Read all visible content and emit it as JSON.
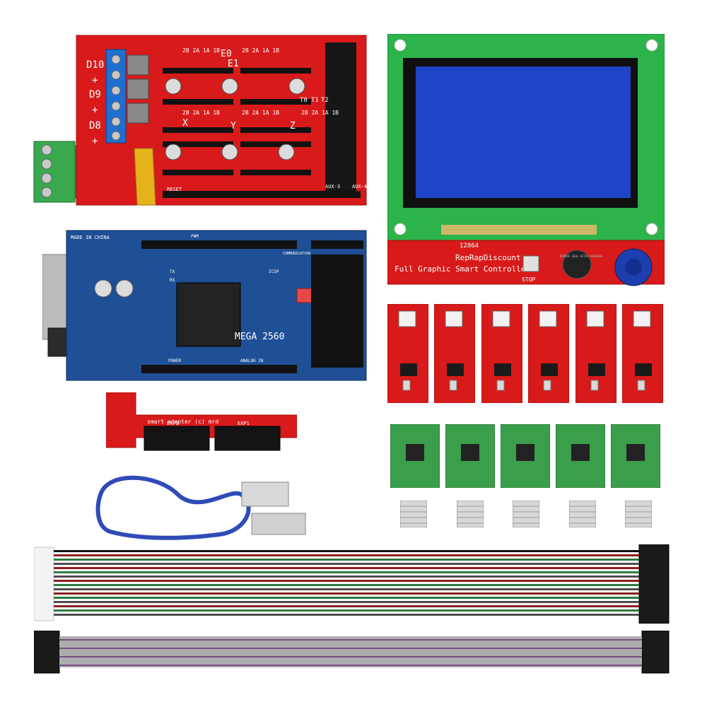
{
  "ramps_board": {
    "pin_labels": [
      "D10",
      "+",
      "D9",
      "+",
      "D8",
      "+"
    ],
    "axis_labels": [
      "E0",
      "E1",
      "X",
      "Y",
      "Z"
    ],
    "header_labels": [
      "2B 2A 1A 1B",
      "2B 2A 1A 1B",
      "2B 2A 1A 1B",
      "2B 2A 1A 1B",
      "2B 2A 1A 1B"
    ],
    "thermistor_labels": [
      "T0",
      "T1",
      "T2"
    ],
    "reset_label": "RESET",
    "aux_labels": [
      "AUX-3",
      "AUX-4"
    ]
  },
  "lcd_controller": {
    "model": "12864",
    "brand": "RepRapDiscount",
    "title": "Full Graphic Smart Controller",
    "stop_label": "STOP",
    "buzzer_text": "REMOVE SEAL AFTER WASHING"
  },
  "mega_board": {
    "made_in": "MADE IN CHINA",
    "model": "MEGA 2560",
    "icsp": "ICSP",
    "power": "POWER",
    "analog": "ANALOG IN",
    "communication": "COMMUNICATION",
    "pwm": "PWM",
    "tx": "TX",
    "rx": "RX"
  },
  "adapter": {
    "label": "smart adapter (c) mrd",
    "exp_labels": [
      "EXP2",
      "EXP1"
    ]
  },
  "counts": {
    "endstops": 6,
    "drivers": 5,
    "heatsinks": 5
  },
  "colors": {
    "ramps_red": "#d81a1a",
    "mega_blue": "#1f4f95",
    "lcd_green": "#2cb34a",
    "lcd_screen": "#1f44c7",
    "driver_green": "#3a9e4a",
    "cable_blue": "#2f4bb8"
  }
}
